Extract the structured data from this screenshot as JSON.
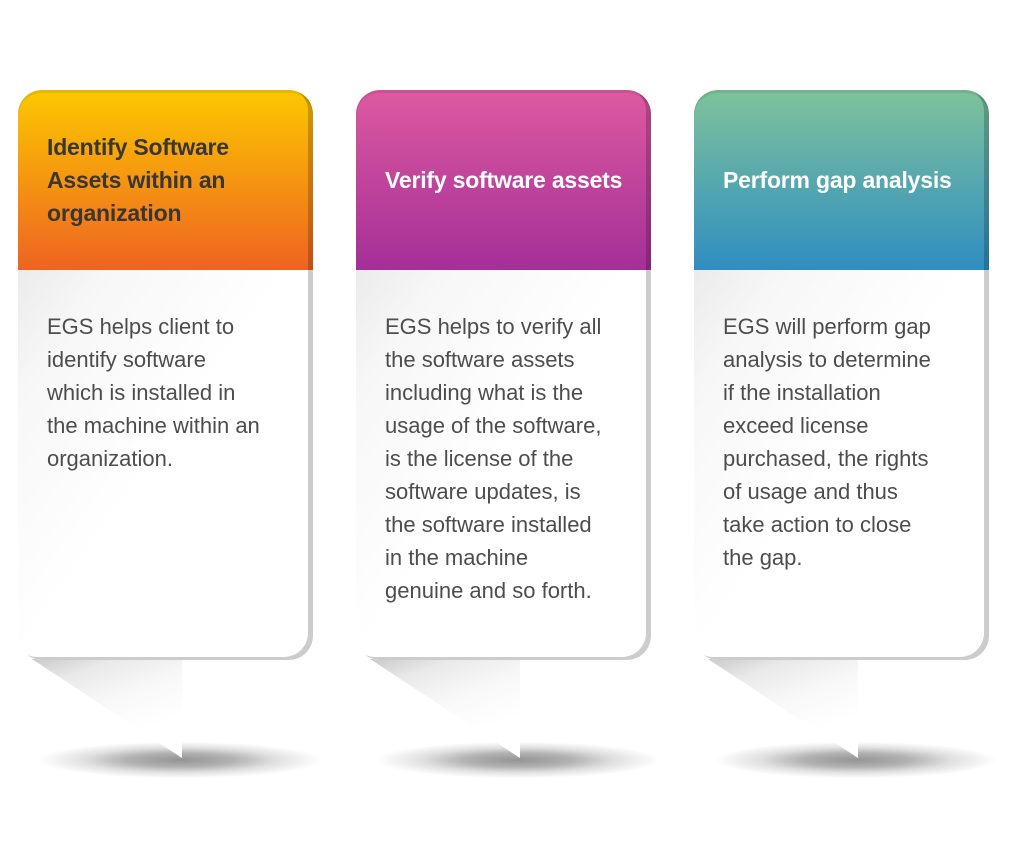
{
  "figure": {
    "background_color": "#ffffff",
    "body_text_color": "#4d4d4d"
  },
  "cards": [
    {
      "name": "identify-software-assets",
      "title": "Identify Software\nAssets within an\norganization",
      "body": "EGS helps client to\nidentify software\nwhich is installed in\nthe machine within an\norganization.",
      "header_gradient_top": "#fcc800",
      "header_gradient_bottom": "#ee6322",
      "title_color": "#3a3634"
    },
    {
      "name": "verify-software-assets",
      "title": "Verify software assets",
      "body": "EGS helps to verify all\nthe software assets\nincluding what is the\nusage of the software,\nis the license of the\nsoftware updates, is\nthe software installed\nin the machine\ngenuine and so forth.",
      "header_gradient_top": "#dd5aa1",
      "header_gradient_bottom": "#a42f97",
      "title_color": "#ffffff"
    },
    {
      "name": "perform-gap-analysis",
      "title": "Perform gap analysis",
      "body": "EGS will perform gap\nanalysis to determine\nif the installation\nexceed license\npurchased, the rights\nof usage and thus\ntake action to close\nthe gap.",
      "header_gradient_top": "#7fc29b",
      "header_gradient_bottom": "#2f8ec1",
      "title_color": "#ffffff"
    }
  ]
}
